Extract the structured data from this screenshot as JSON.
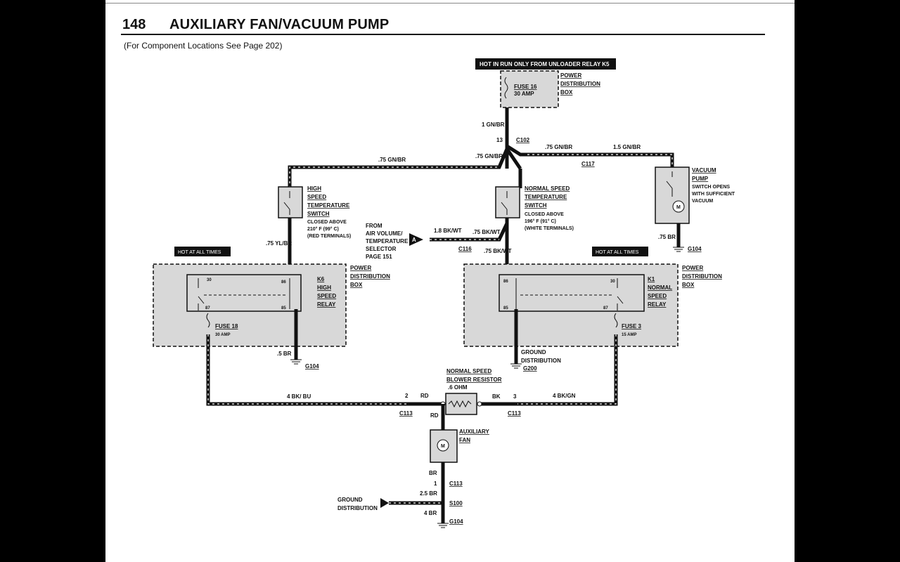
{
  "header": {
    "page_number": "148",
    "title": "AUXILIARY FAN/VACUUM PUMP",
    "subtitle": "(For Component Locations See Page 202)"
  },
  "banners": {
    "hot_in_run": "HOT IN RUN ONLY FROM UNLOADER RELAY K5",
    "hot_left": "HOT AT ALL TIMES",
    "hot_right": "HOT AT ALL TIMES"
  },
  "components": {
    "fuse16": {
      "name": "FUSE 16",
      "rating": "30 AMP",
      "box": [
        "POWER",
        "DISTRIBUTION",
        "BOX"
      ]
    },
    "high_switch": {
      "name": [
        "HIGH",
        "SPEED",
        "TEMPERATURE",
        "SWITCH"
      ],
      "note": [
        "CLOSED ABOVE",
        "210° F (99° C)",
        "(RED TERMINALS)"
      ]
    },
    "normal_switch": {
      "name": [
        "NORMAL SPEED",
        "TEMPERATURE",
        "SWITCH"
      ],
      "note": [
        "CLOSED ABOVE",
        "196° F (91° C)",
        "(WHITE TERMINALS)"
      ]
    },
    "vacuum_pump": {
      "name": [
        "VACUUM",
        "PUMP"
      ],
      "note": [
        "SWITCH OPENS",
        "WITH SUFFICIENT",
        "VACUUM"
      ]
    },
    "selector": {
      "lines": [
        "FROM",
        "AIR VOLUME/",
        "TEMPERATURE",
        "SELECTOR",
        "PAGE 151"
      ],
      "connector": "A"
    },
    "k6": {
      "name": [
        "K6",
        "HIGH",
        "SPEED",
        "RELAY"
      ],
      "box": [
        "POWER",
        "DISTRIBUTION",
        "BOX"
      ],
      "pins": [
        "30",
        "86",
        "87",
        "85"
      ],
      "fuse": "FUSE 18",
      "fuse_rating": "30 AMP"
    },
    "k1": {
      "name": [
        "K1",
        "NORMAL",
        "SPEED",
        "RELAY"
      ],
      "box": [
        "POWER",
        "DISTRIBUTION",
        "BOX"
      ],
      "pins": [
        "86",
        "30",
        "85",
        "87"
      ],
      "fuse": "FUSE 3",
      "fuse_rating": "15 AMP"
    },
    "resistor": {
      "name": [
        "NORMAL SPEED",
        "BLOWER RESISTOR"
      ],
      "value": ".6 OHM"
    },
    "aux_fan": {
      "name": [
        "AUXILIARY",
        "FAN"
      ]
    },
    "ground_dist_mid": [
      "GROUND",
      "DISTRIBUTION"
    ],
    "ground_dist_bottom": [
      "GROUND",
      "DISTRIBUTION"
    ],
    "motor_symbol": "M"
  },
  "wire_labels": {
    "w1gnbr": "1 GN/BR",
    "c102_pin": "13",
    "c102": "C102",
    "w75gnbr_a": ".75 GN/BR",
    "w15gnbr": "1.5 GN/BR",
    "c117": "C117",
    "w75gnbr_b": ".75 GN/BR",
    "w75gnbr_c": ".75 GN/BR",
    "w75yl": ".75 YL/BR",
    "w18bk": "1.8 BK/WT",
    "w75bkwt": ".75 BK/WT",
    "c116": "C116",
    "w75bkwt_b": ".75 BK/WT",
    "w75br": ".75 BR",
    "g104_a": "G104",
    "w5br": ".5 BR",
    "g104_b": "G104",
    "g200": "G200",
    "w4bkbu": "4 BK/ BU",
    "pin2": "2",
    "rd1": "RD",
    "c113_a": "C113",
    "rd2": "RD",
    "bk": "BK",
    "pin3": "3",
    "w4bkgn": "4 BK/GN",
    "c113_b": "C113",
    "br": "BR",
    "pin1": "1",
    "c113_c": "C113",
    "w25br": "2.5 BR",
    "s100": "S100",
    "w4br": "4 BR",
    "g104_c": "G104"
  }
}
